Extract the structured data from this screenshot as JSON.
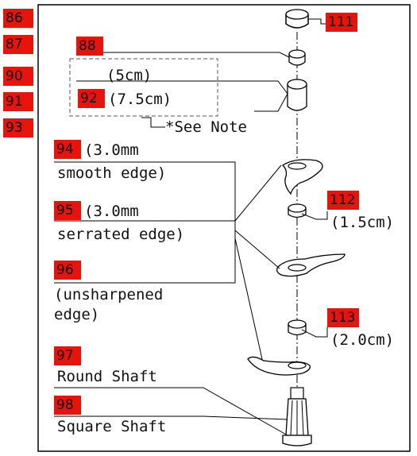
{
  "callouts": {
    "c86": "86",
    "c87": "87",
    "c90": "90",
    "c91": "91",
    "c93": "93",
    "c88": "88",
    "c92": "92",
    "c94": "94",
    "c95": "95",
    "c96": "96",
    "c97": "97",
    "c98": "98",
    "c111": "111",
    "c112": "112",
    "c113": "113"
  },
  "labels": {
    "size_5cm": "(5cm)",
    "size_7_5cm": "(7.5cm)",
    "see_note": "*See Note",
    "blade94_a": "(3.0mm",
    "blade94_b": "smooth edge)",
    "blade95_a": "(3.0mm",
    "blade95_b": "serrated edge)",
    "blade96_a": "(unsharpened",
    "blade96_b": "edge)",
    "size_1_5cm": "(1.5cm)",
    "size_2_0cm": "(2.0cm)",
    "round_shaft": "Round Shaft",
    "square_shaft": "Square Shaft"
  },
  "colors": {
    "callout_bg": "#e8140c",
    "line": "#000000"
  }
}
